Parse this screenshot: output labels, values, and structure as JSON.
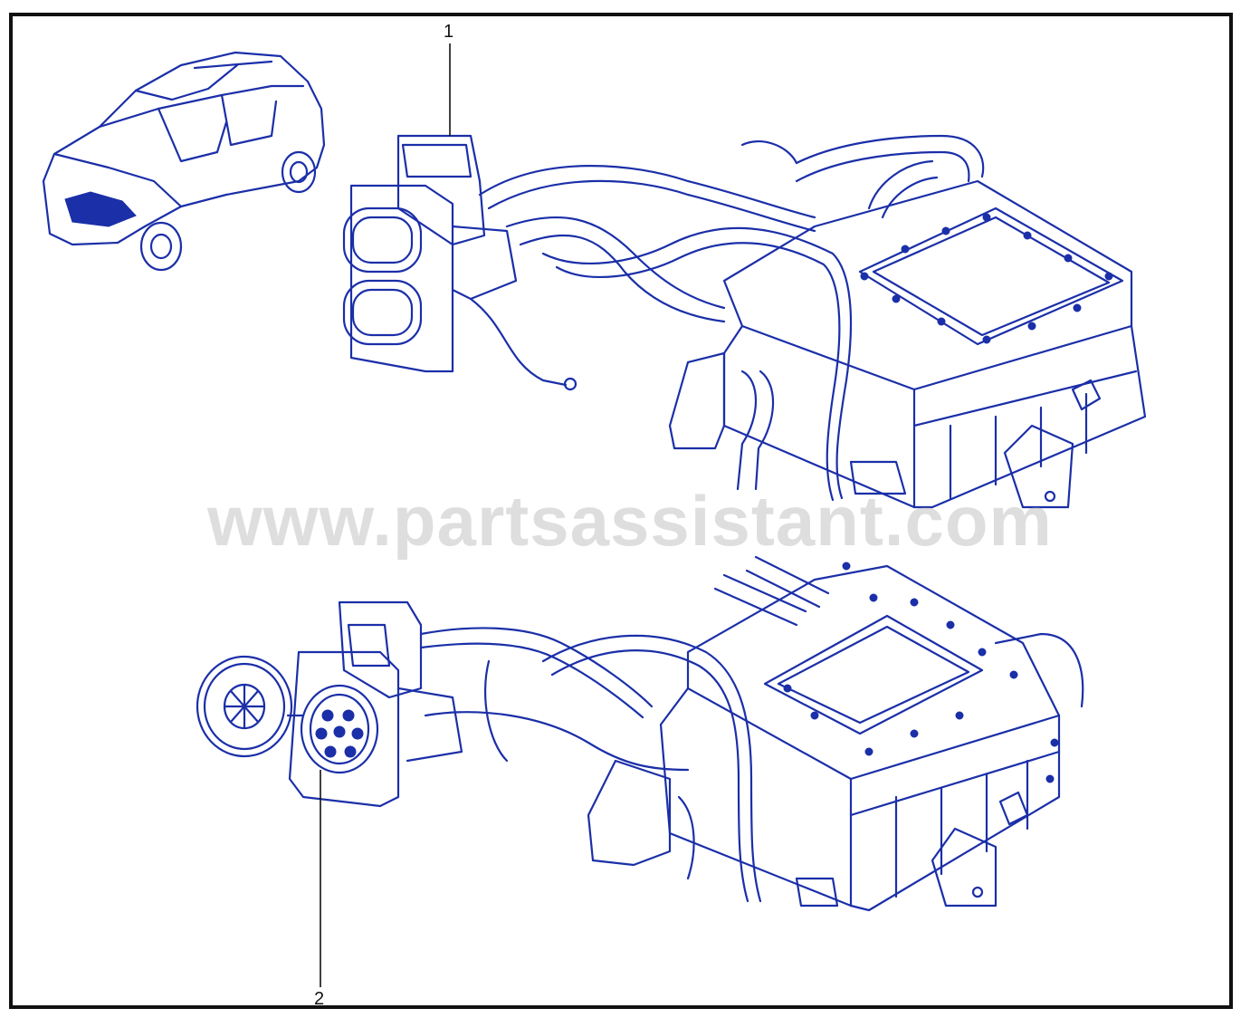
{
  "diagram": {
    "callouts": [
      {
        "id": "1",
        "label": "1"
      },
      {
        "id": "2",
        "label": "2"
      }
    ],
    "watermark": "www.partsassistant.com",
    "colors": {
      "line": "#1b2fa8",
      "frame": "#111111",
      "watermark": "#a0a0a0"
    }
  }
}
